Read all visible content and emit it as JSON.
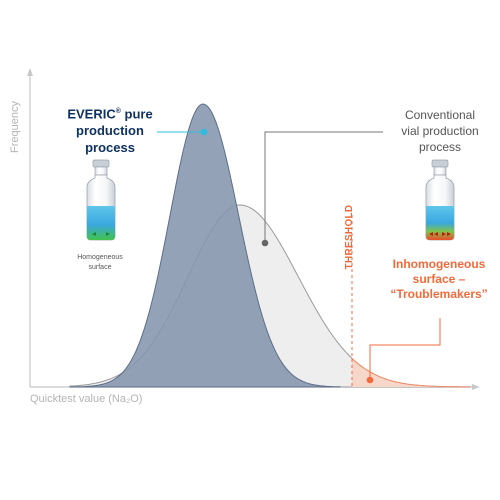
{
  "axes": {
    "y_label": "Frequency",
    "x_label": "Quicktest value (Na₂O)"
  },
  "labels": {
    "everic_line1": "EVERIC",
    "everic_reg": "®",
    "everic_line1_rest": " pure",
    "everic_line2": "production",
    "everic_line3": "process",
    "conventional_line1": "Conventional",
    "conventional_line2": "vial production",
    "conventional_line3": "process",
    "threshold": "THRESHOLD",
    "inhomo_line1": "Inhomogeneous",
    "inhomo_line2": "surface –",
    "inhomo_line3": "“Troublemakers”",
    "homo_line1": "Homogeneous",
    "homo_line2": "surface"
  },
  "distributions": [
    {
      "name": "EVERIC pure production process",
      "shape": "narrow bell, higher peak, left"
    },
    {
      "name": "Conventional vial production process",
      "shape": "wide bell, lower peak, right, with tail beyond threshold"
    }
  ],
  "colors": {
    "everic_fill": "#8495ad",
    "everic_text": "#0f3264",
    "everic_marker": "#2dbde0",
    "conventional_fill": "#eeeeee",
    "conventional_marker": "#777777",
    "threshold": "#f26a3c",
    "axis": "#c8c8c8"
  },
  "icons": [
    "vial-homogeneous-icon",
    "vial-inhomogeneous-icon"
  ]
}
